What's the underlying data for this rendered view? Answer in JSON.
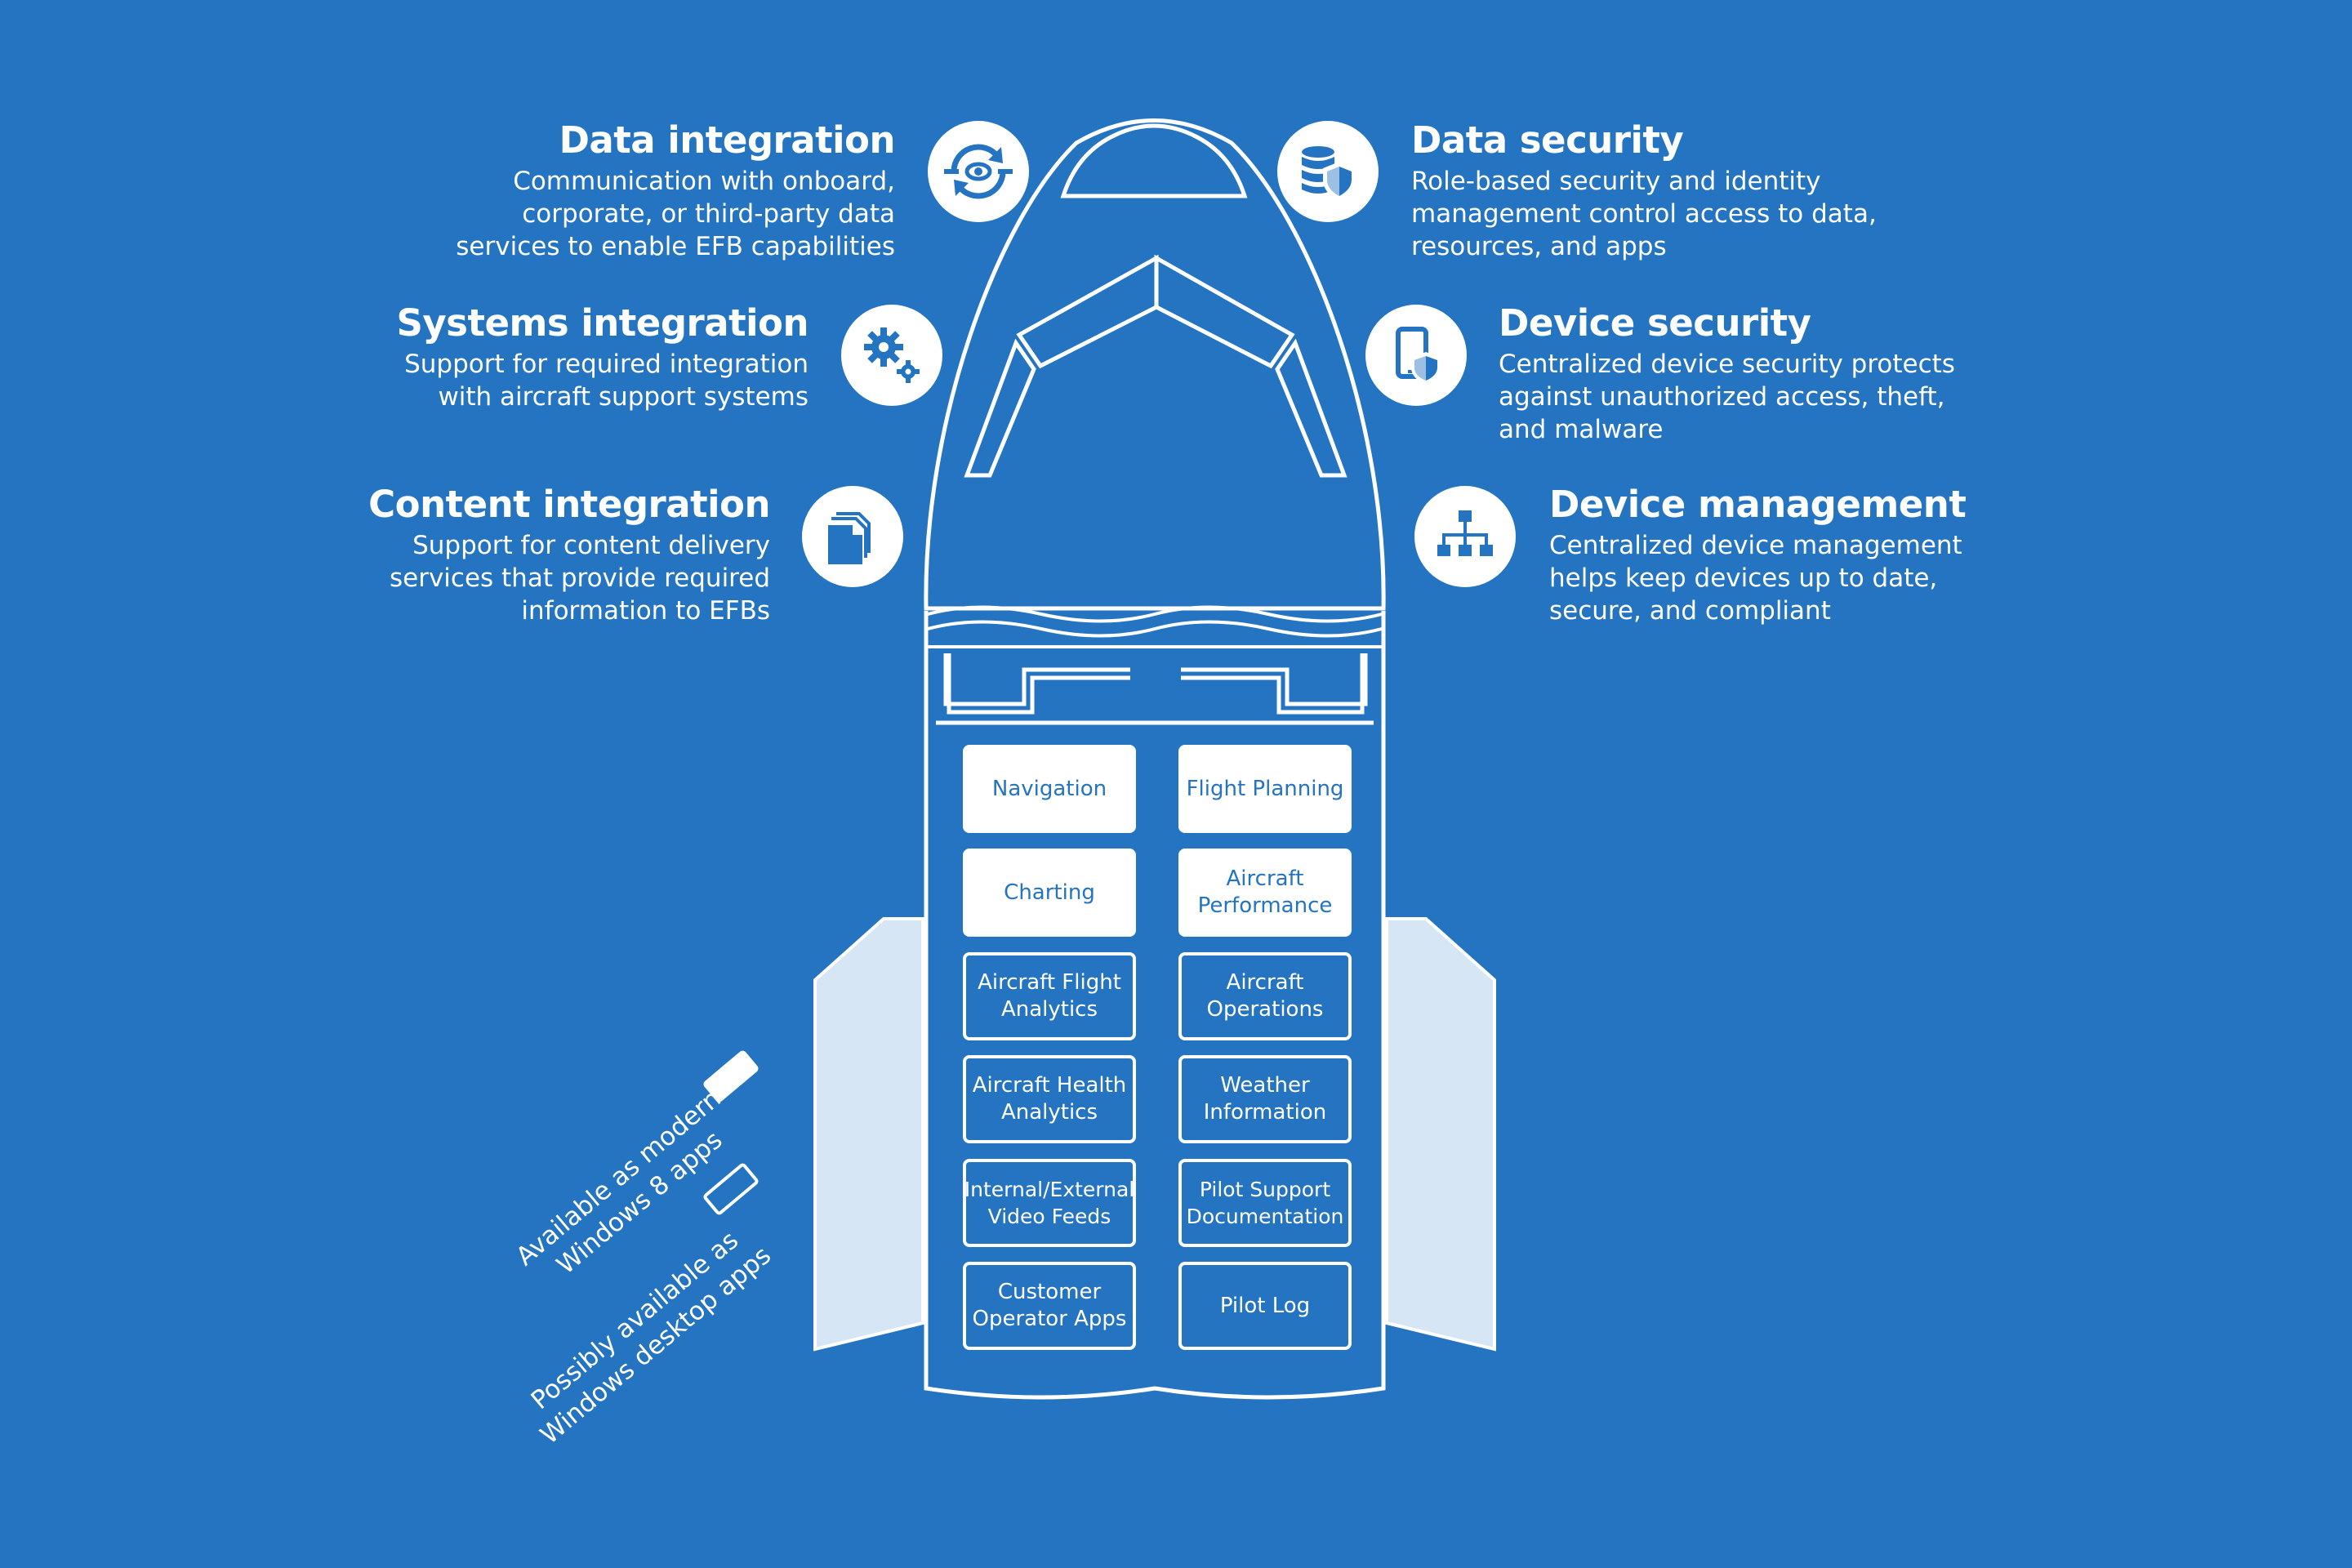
{
  "features": {
    "data_integration": {
      "title": "Data integration",
      "desc": "Communication with onboard,\ncorporate, or third-party data\nservices to enable EFB capabilities",
      "icon": "sync-eye-icon"
    },
    "systems_integration": {
      "title": "Systems integration",
      "desc": "Support for required integration\nwith aircraft support systems",
      "icon": "gears-icon"
    },
    "content_integration": {
      "title": "Content integration",
      "desc": "Support for content delivery\nservices that provide required\ninformation to EFBs",
      "icon": "documents-icon"
    },
    "data_security": {
      "title": "Data security",
      "desc": "Role-based security and identity\nmanagement control access to data,\nresources, and apps",
      "icon": "database-shield-icon"
    },
    "device_security": {
      "title": "Device security",
      "desc": "Centralized device security protects\nagainst unauthorized access, theft,\nand malware",
      "icon": "tablet-shield-icon"
    },
    "device_management": {
      "title": "Device management",
      "desc": "Centralized device management\nhelps keep devices up to date,\nsecure, and compliant",
      "icon": "hierarchy-icon"
    }
  },
  "apps": {
    "navigation": "Navigation",
    "flight_planning": "Flight Planning",
    "charting": "Charting",
    "aircraft_performance": "Aircraft\nPerformance",
    "aircraft_flight_analytics": "Aircraft Flight\nAnalytics",
    "aircraft_operations": "Aircraft\nOperations",
    "aircraft_health_analytics": "Aircraft Health\nAnalytics",
    "weather_information": "Weather\nInformation",
    "video_feeds": "Internal/External\nVideo Feeds",
    "pilot_support_documentation": "Pilot Support\nDocumentation",
    "customer_operator_apps": "Customer\nOperator Apps",
    "pilot_log": "Pilot Log"
  },
  "legend": {
    "modern": "Available as modern\nWindows 8 apps",
    "desktop": "Possibly available as\nWindows desktop apps"
  },
  "colors": {
    "background": "#2474c1",
    "foreground": "#ffffff",
    "wing": "#d6e6f5"
  }
}
